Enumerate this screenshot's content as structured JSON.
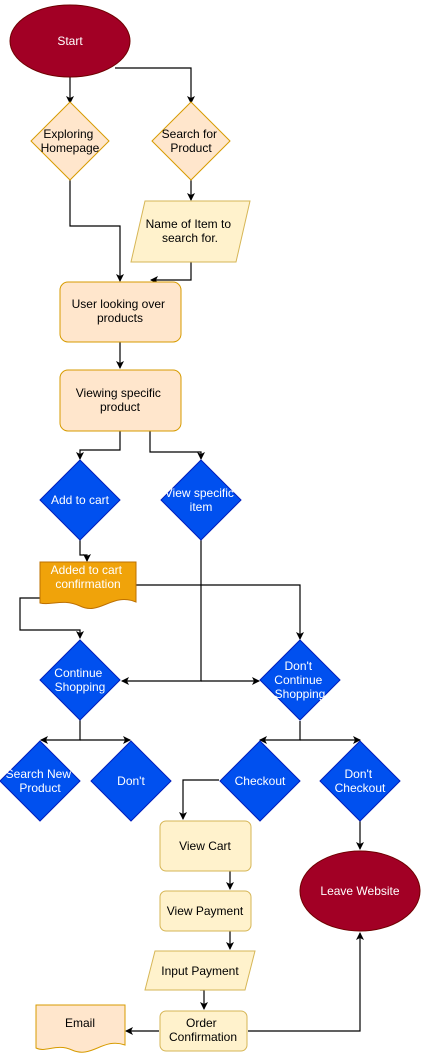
{
  "colors": {
    "terminal_fill": "#a20025",
    "terminal_stroke": "#6f0000",
    "decision_fill": "#0050ef",
    "decision_stroke": "#001dbc",
    "light_decision_fill": "#ffe6cc",
    "light_decision_stroke": "#d79b00",
    "process_fill": "#ffe6cc",
    "process_stroke": "#d79b00",
    "io_fill": "#fff2cc",
    "io_stroke": "#d6b656",
    "doc_orange_fill": "#f0a30a",
    "doc_orange_stroke": "#bd7000",
    "edge": "#000000"
  },
  "nodes": {
    "start": "Start",
    "exploring_homepage": [
      "Exploring",
      "Homepage"
    ],
    "search_for_product": [
      "Search for",
      "Product"
    ],
    "name_of_item": [
      "Name of Item to",
      "search for."
    ],
    "user_looking": [
      "User looking over",
      "products"
    ],
    "viewing_specific": [
      "Viewing specific",
      "product"
    ],
    "add_to_cart": "Add to cart",
    "view_specific_item": [
      "View specific",
      "item"
    ],
    "added_confirmation": [
      "Added to cart",
      "confirmation"
    ],
    "continue_shopping": [
      "Continue",
      "Shopping"
    ],
    "dont_continue_shopping": [
      "Don't",
      "Continue",
      "Shopping"
    ],
    "search_new_product": [
      "Search New",
      "Product"
    ],
    "dont": "Don't",
    "checkout": "Checkout",
    "dont_checkout": [
      "Don't",
      "Checkout"
    ],
    "view_cart": "View Cart",
    "leave_website": "Leave Website",
    "view_payment": "View Payment",
    "input_payment": "Input Payment",
    "order_confirmation": [
      "Order",
      "Confirmation"
    ],
    "email": "Email"
  }
}
